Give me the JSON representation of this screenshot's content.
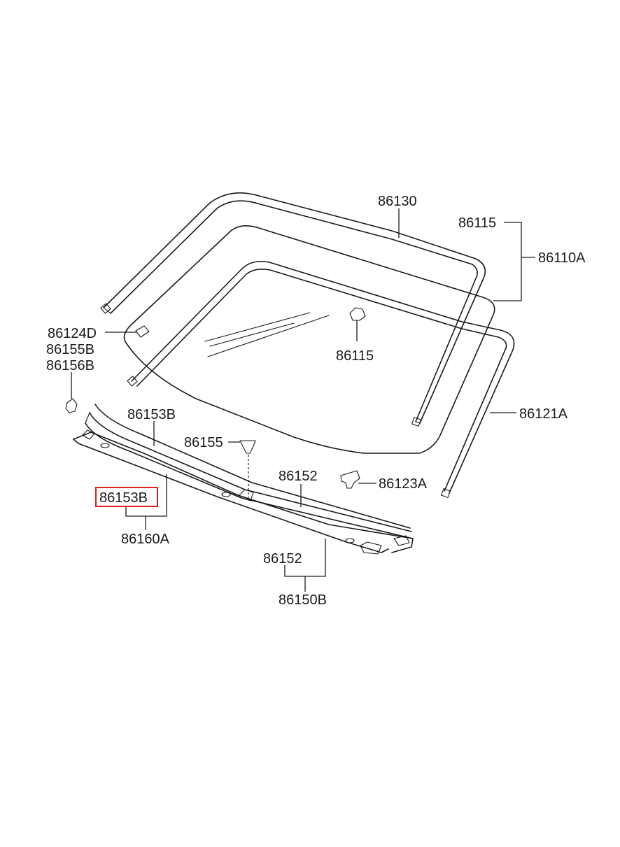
{
  "labels": {
    "p86130": "86130",
    "p86115_top": "86115",
    "p86110A": "86110A",
    "p86124D": "86124D",
    "p86155B": "86155B",
    "p86156B": "86156B",
    "p86115_mid": "86115",
    "p86121A": "86121A",
    "p86153B_top": "86153B",
    "p86155": "86155",
    "p86152_top": "86152",
    "p86123A": "86123A",
    "p86153B_highlight": "86153B",
    "p86160A": "86160A",
    "p86152_bottom": "86152",
    "p86150B": "86150B"
  },
  "colors": {
    "line": "#1a1a1a",
    "highlight": "#e0201c",
    "background": "#ffffff"
  }
}
